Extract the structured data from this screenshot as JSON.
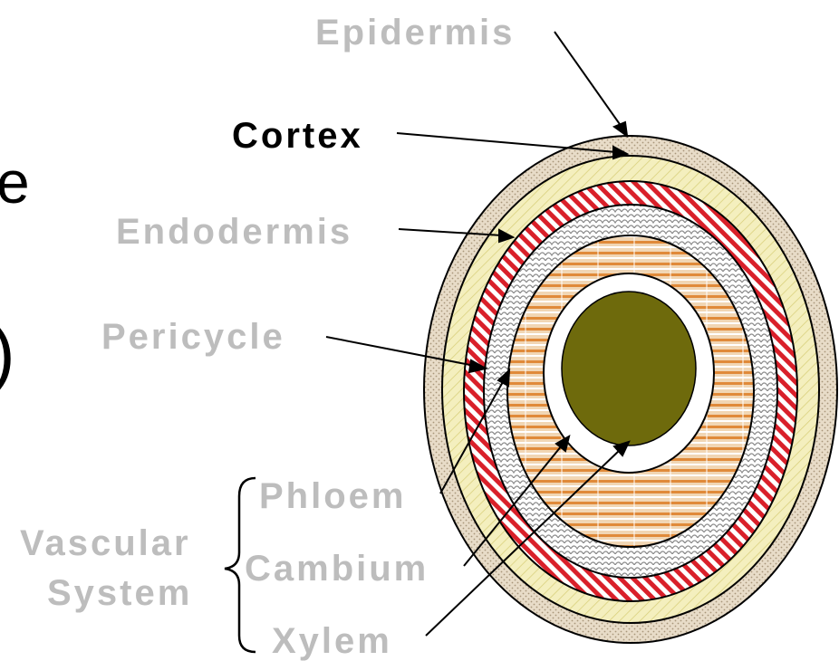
{
  "labels": {
    "epidermis": "Epidermis",
    "cortex": "Cortex",
    "endodermis": "Endodermis",
    "pericycle": "Pericycle",
    "phloem": "Phloem",
    "cambium": "Cambium",
    "xylem": "Xylem",
    "vascular_line1": "Vascular",
    "vascular_line2": "System"
  },
  "partial_text": {
    "top": "e",
    "bottom": ")"
  },
  "colors": {
    "label_grey": "#bdbdbd",
    "label_black": "#000000",
    "epidermis": "#e8dcc8",
    "cortex": "#f4efbe",
    "endodermis_red": "#d9202a",
    "pericycle": "#ffffff",
    "phloem": "#f1d6b4",
    "phloem_stripe": "#e08a3a",
    "cambium": "#ffffff",
    "xylem": "#6e6a0c"
  }
}
